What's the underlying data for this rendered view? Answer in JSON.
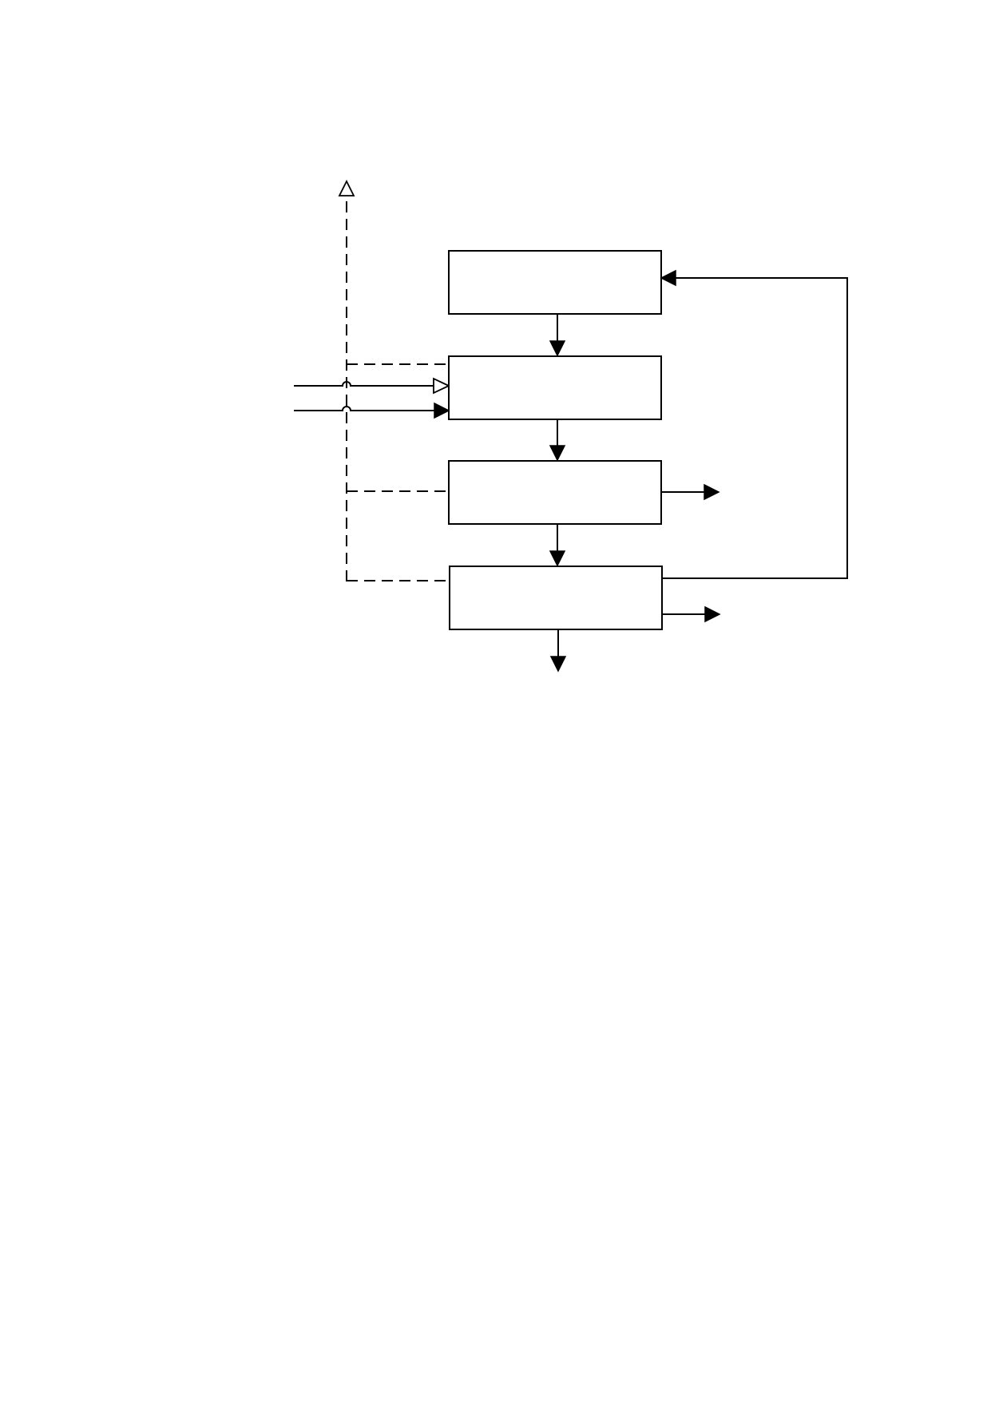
{
  "diagram": {
    "type": "block-flow",
    "blocks": [
      {
        "id": "block-1",
        "label": ""
      },
      {
        "id": "block-2",
        "label": ""
      },
      {
        "id": "block-3",
        "label": ""
      },
      {
        "id": "block-4",
        "label": ""
      }
    ],
    "connections": [
      {
        "from": "block-1",
        "to": "block-2",
        "style": "solid",
        "head": "filled"
      },
      {
        "from": "block-2",
        "to": "block-3",
        "style": "solid",
        "head": "filled"
      },
      {
        "from": "block-3",
        "to": "block-4",
        "style": "solid",
        "head": "filled"
      },
      {
        "from": "block-4",
        "to": "output-bottom",
        "style": "solid",
        "head": "filled"
      },
      {
        "from": "block-3",
        "to": "output-right",
        "style": "solid",
        "head": "filled"
      },
      {
        "from": "block-4",
        "to": "output-right",
        "style": "solid",
        "head": "filled"
      },
      {
        "from": "block-4",
        "to": "block-1",
        "style": "solid",
        "head": "filled",
        "kind": "feedback-loop"
      },
      {
        "from": "input-left",
        "to": "block-2",
        "style": "solid",
        "head": "open"
      },
      {
        "from": "input-left",
        "to": "block-2",
        "style": "solid",
        "head": "filled"
      },
      {
        "from": "block-2",
        "to": "output-top",
        "style": "dashed",
        "head": "open"
      },
      {
        "from": "block-3",
        "to": "output-top",
        "style": "dashed",
        "head": "open"
      },
      {
        "from": "block-4",
        "to": "output-top",
        "style": "dashed",
        "head": "open"
      }
    ]
  }
}
